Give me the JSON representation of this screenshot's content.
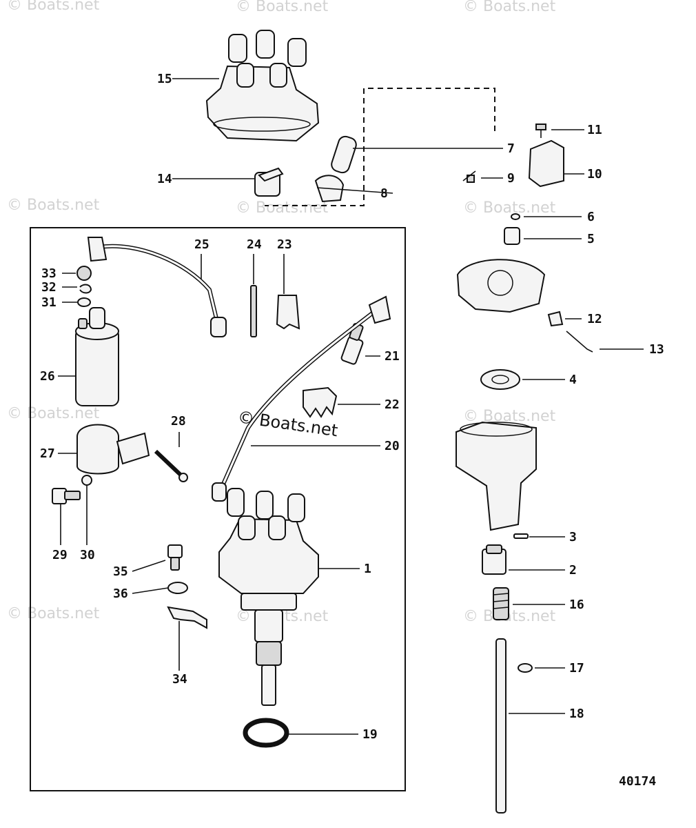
{
  "watermark": {
    "text": "© Boats.net",
    "center_text": "© Boats.net"
  },
  "figure_number": "40174",
  "callouts": [
    {
      "id": "15",
      "part": "distributor-cap"
    },
    {
      "id": "14",
      "part": "rotor"
    },
    {
      "id": "7",
      "part": "condenser"
    },
    {
      "id": "8",
      "part": "condenser-bracket"
    },
    {
      "id": "9",
      "part": "screw"
    },
    {
      "id": "11",
      "part": "screw"
    },
    {
      "id": "10",
      "part": "breaker-points"
    },
    {
      "id": "6",
      "part": "retainer"
    },
    {
      "id": "5",
      "part": "felt"
    },
    {
      "id": "12",
      "part": "wick"
    },
    {
      "id": "13",
      "part": "lead"
    },
    {
      "id": "4",
      "part": "seal"
    },
    {
      "id": "3",
      "part": "pin"
    },
    {
      "id": "2",
      "part": "gear"
    },
    {
      "id": "16",
      "part": "spring"
    },
    {
      "id": "17",
      "part": "clip"
    },
    {
      "id": "18",
      "part": "shaft"
    },
    {
      "id": "25",
      "part": "coil-wire"
    },
    {
      "id": "24",
      "part": "stud"
    },
    {
      "id": "23",
      "part": "clip"
    },
    {
      "id": "33",
      "part": "nut"
    },
    {
      "id": "32",
      "part": "lock-washer"
    },
    {
      "id": "31",
      "part": "washer"
    },
    {
      "id": "26",
      "part": "ignition-coil"
    },
    {
      "id": "21",
      "part": "spark-plug"
    },
    {
      "id": "22",
      "part": "wire-separator"
    },
    {
      "id": "20",
      "part": "spark-plug-wire"
    },
    {
      "id": "27",
      "part": "coil-bracket"
    },
    {
      "id": "28",
      "part": "screw"
    },
    {
      "id": "29",
      "part": "bolt"
    },
    {
      "id": "30",
      "part": "washer"
    },
    {
      "id": "1",
      "part": "distributor-assembly"
    },
    {
      "id": "35",
      "part": "bolt"
    },
    {
      "id": "36",
      "part": "washer"
    },
    {
      "id": "34",
      "part": "clamp"
    },
    {
      "id": "19",
      "part": "o-ring"
    }
  ]
}
